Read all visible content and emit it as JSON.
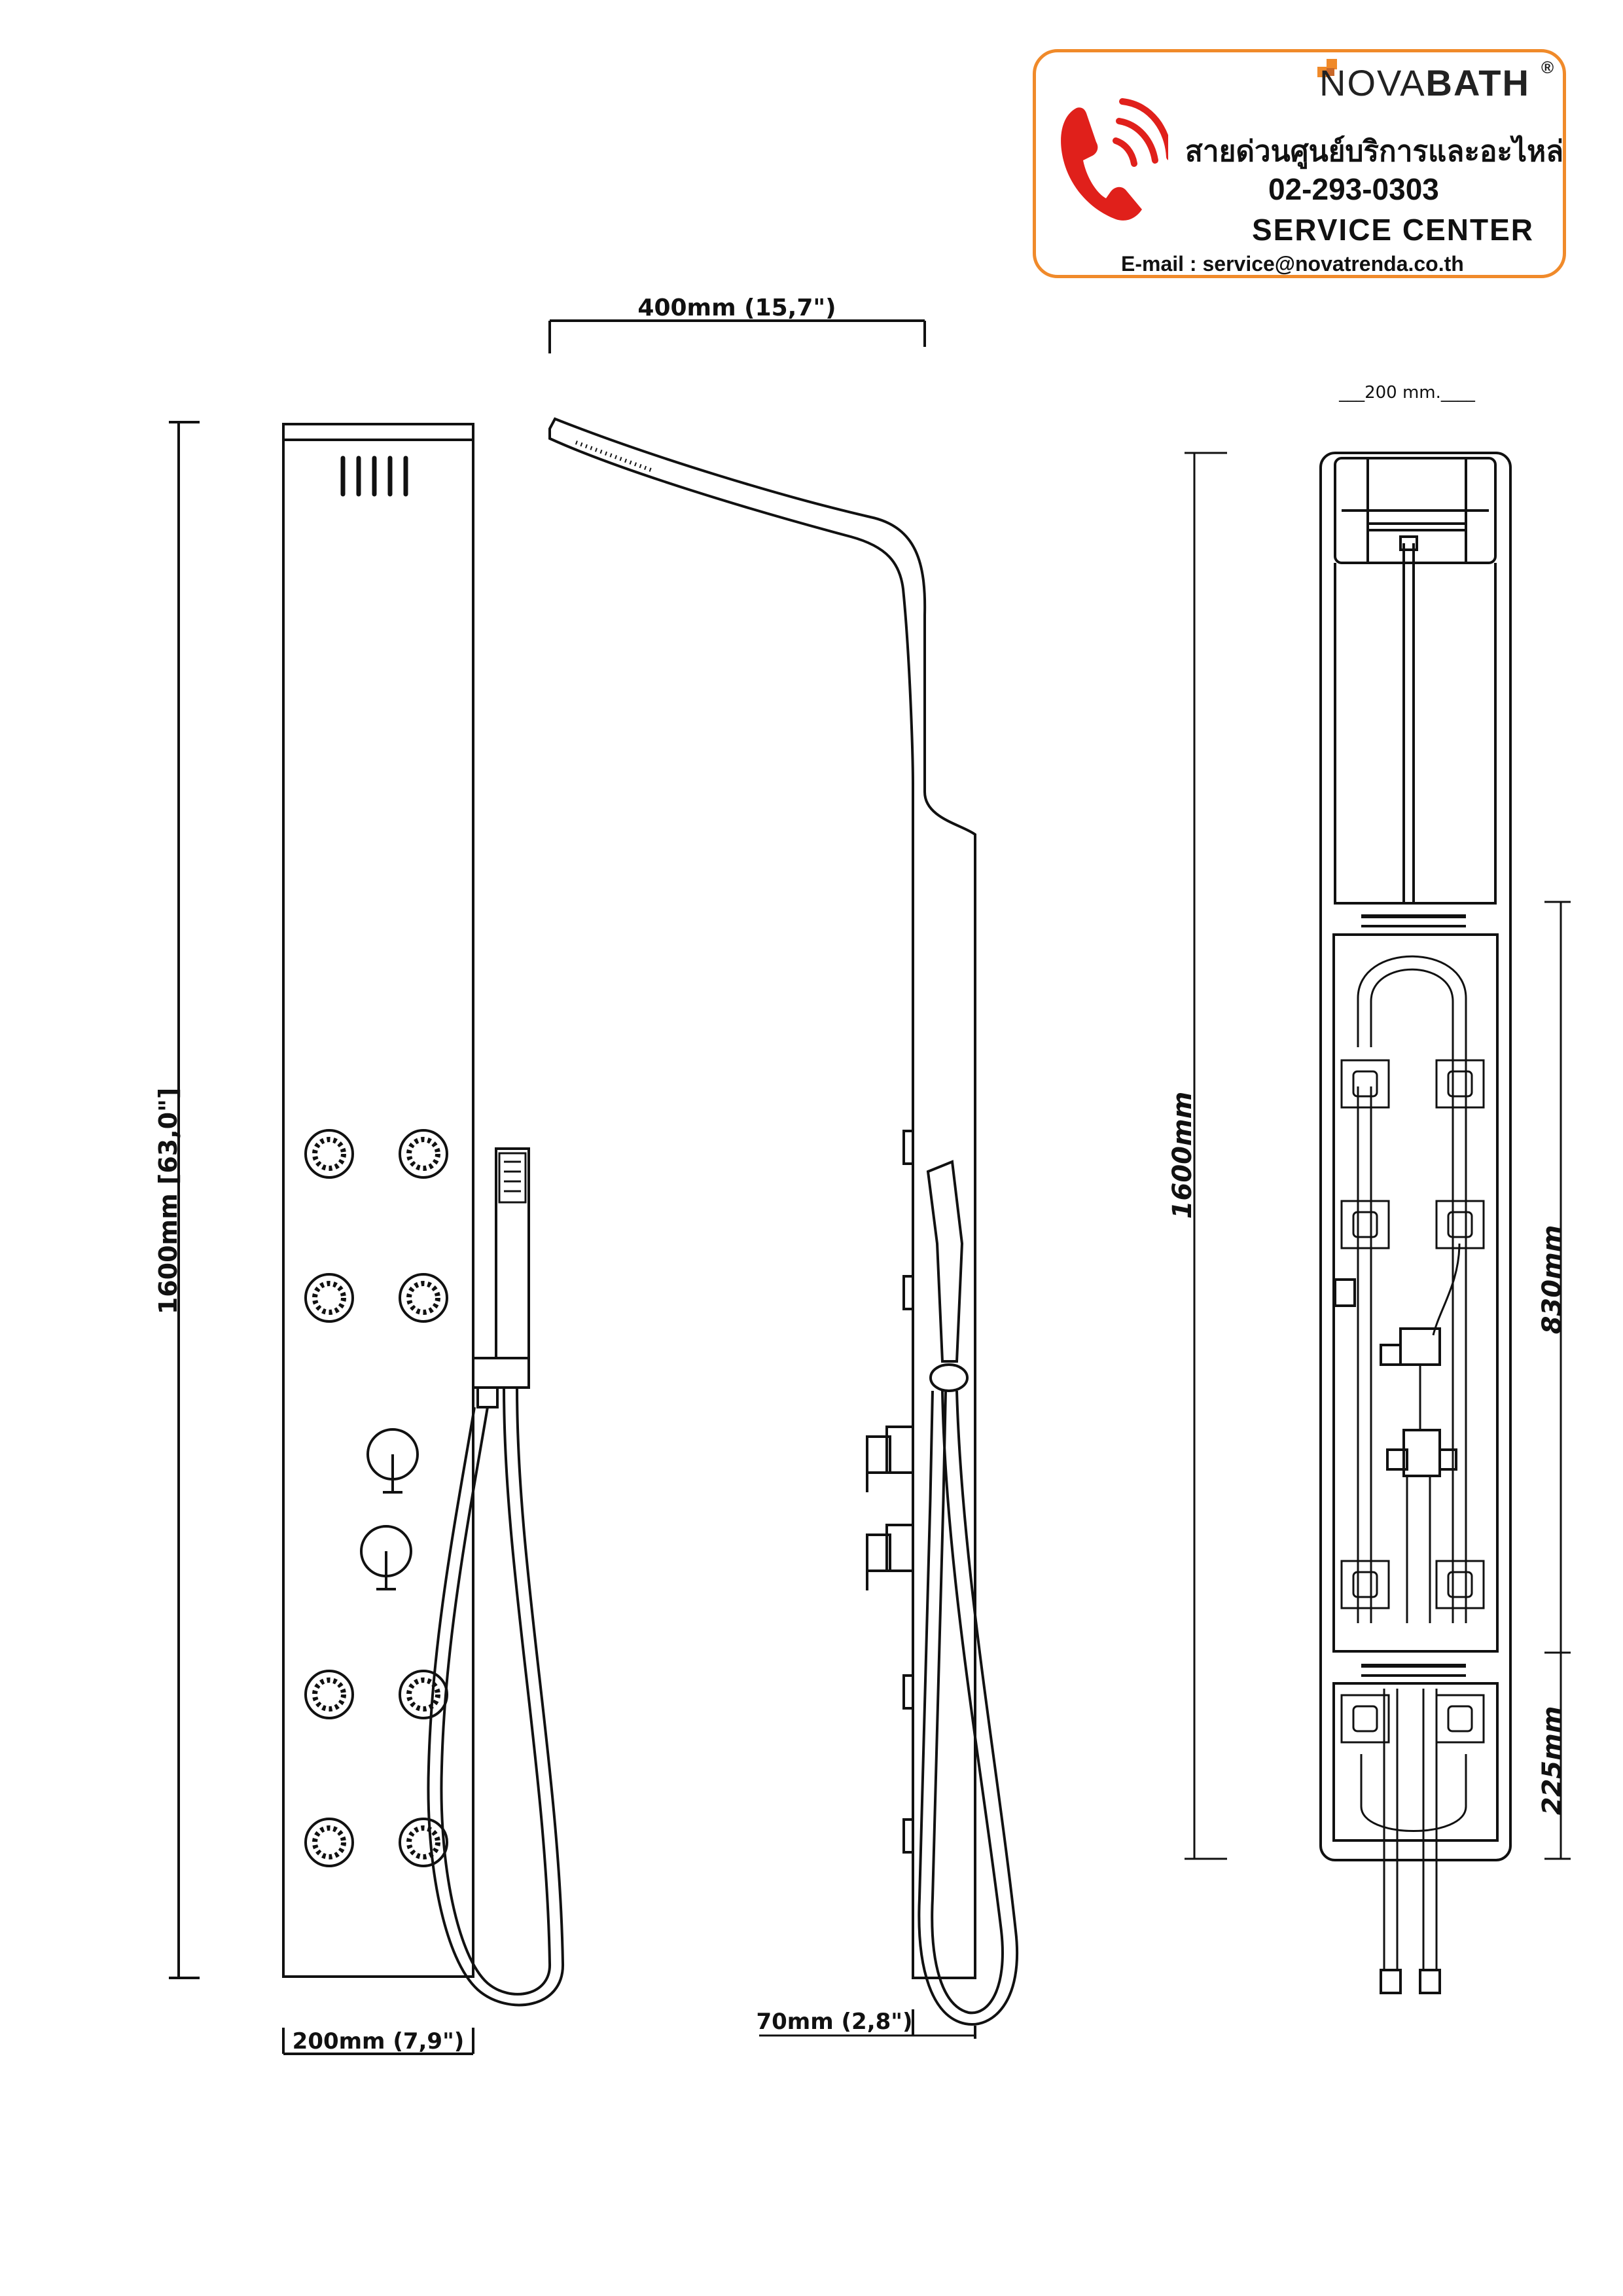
{
  "brand": {
    "name_light": "NOVA",
    "name_bold": "BATH",
    "registered": "®",
    "hotline_thai": "สายด่วนศูนย์บริการและอะไหล่",
    "phone": "02-293-0303",
    "service_center": "SERVICE CENTER",
    "email": "E-mail : service@novatrenda.co.th",
    "accent_color": "#f08a2a",
    "icon_color": "#e0201b"
  },
  "dimensions": {
    "front_height": "1600mm [63,0\"]",
    "front_width": "200mm (7,9\")",
    "side_top_width": "400mm (15,7\")",
    "side_depth": "70mm (2,8\")",
    "back_width": "___200 mm.____",
    "back_height": "1600mm",
    "back_section_upper": "830mm",
    "back_section_lower": "225mm"
  }
}
